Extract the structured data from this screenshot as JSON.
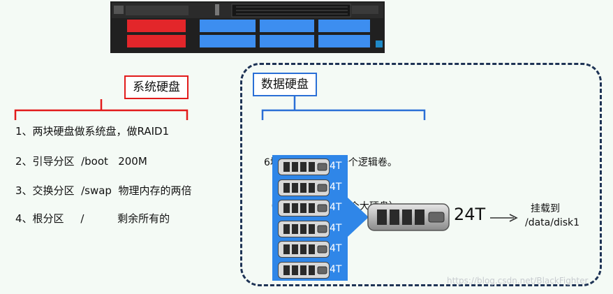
{
  "system_disk": {
    "label": "系统硬盘",
    "items": [
      "1、两块硬盘做系统盘，做RAID1",
      "2、引导分区  /boot   200M",
      "3、交换分区  /swap  物理内存的两倍",
      "4、根分区     /          剩余所有的"
    ]
  },
  "data_disk": {
    "label": "数据硬盘",
    "line1": "6块物理硬盘，做一个逻辑卷。",
    "line2": "（6块小硬盘做成一个大硬盘）",
    "disk_sizes": [
      "4T",
      "4T",
      "4T",
      "4T",
      "4T",
      "4T"
    ],
    "total": "24T",
    "mount_line1": "挂载到",
    "mount_line2": "/data/disk1"
  },
  "watermark": "https://blog.csdn.net/BlackFighter",
  "colors": {
    "system_red": "#e21b1b",
    "data_blue": "#2a6fd6",
    "stack_blue": "#2f86e8",
    "frame_navy": "#1e3355",
    "drive_blue": "#3d8ef0",
    "drive_red": "#e3262a"
  }
}
